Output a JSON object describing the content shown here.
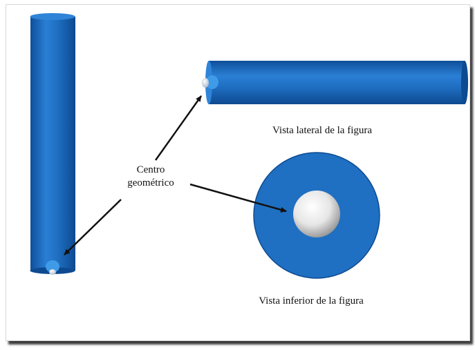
{
  "labels": {
    "center_line1": "Centro",
    "center_line2": "geométrico",
    "side_view": "Vista lateral de la figura",
    "bottom_view": "Vista inferior de la figura"
  },
  "colors": {
    "cylinder_blue": "#1f6fc2",
    "sphere_white": "#f2f2f2",
    "arrow": "#111111",
    "frame_shadow": "#3a3a3a"
  }
}
